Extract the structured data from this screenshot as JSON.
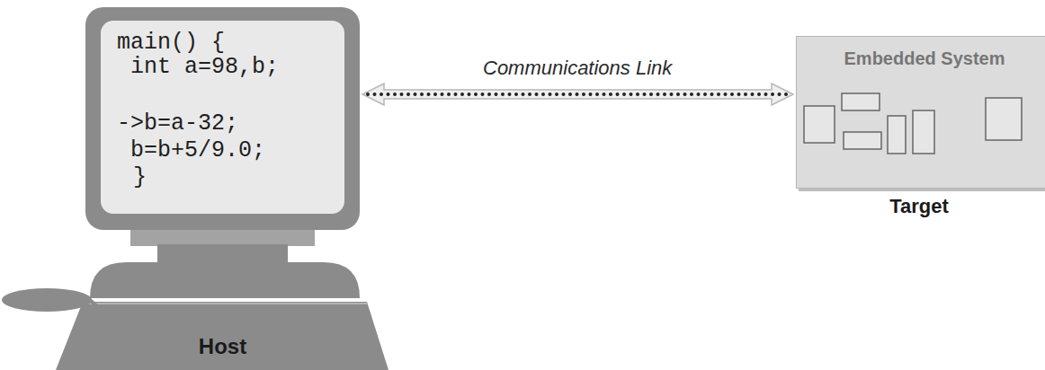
{
  "diagram": {
    "nodes": [
      {
        "text": [
          "main() {",
          "int a=98,b;",
          "->b=a-32;",
          "b=b+5/9.0;",
          "}",
          "Host"
        ]
      },
      {
        "text": [
          "Embedded System",
          "Target"
        ]
      }
    ],
    "edges": [
      {
        "from": 0,
        "to": 1,
        "arrow": "both",
        "label": "Communications Link"
      }
    ]
  }
}
